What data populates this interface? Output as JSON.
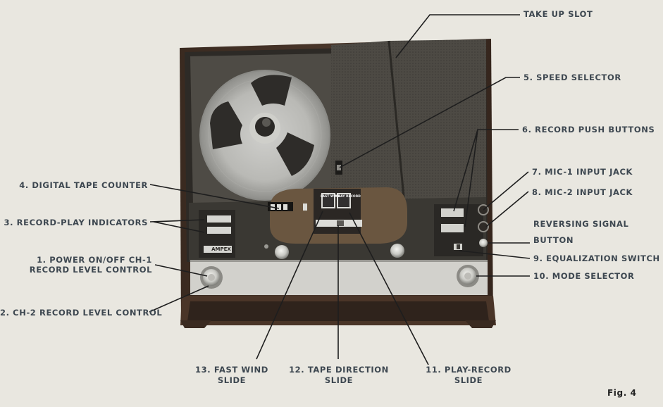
{
  "figure": {
    "label": "Fig. 4",
    "brand": "AMPEX",
    "button_fast_wind": "FAST WIND",
    "button_play_record": "PLAY RECORD"
  },
  "callouts": {
    "take_up_slot": "TAKE UP SLOT",
    "speed_selector": "5. SPEED SELECTOR",
    "record_push_buttons": "6. RECORD PUSH BUTTONS",
    "mic1_input_jack": "7. MIC-1 INPUT JACK",
    "mic2_input_jack": "8. MIC-2 INPUT JACK",
    "reversing_signal_line1": "REVERSING SIGNAL",
    "reversing_signal_line2": "BUTTON",
    "equalization_switch": "9. EQUALIZATION SWITCH",
    "mode_selector": "10. MODE SELECTOR",
    "digital_tape_counter": "4. DIGITAL TAPE COUNTER",
    "record_play_indicators": "3. RECORD-PLAY INDICATORS",
    "power_line1": "1. POWER ON/OFF CH-1",
    "power_line2": "RECORD LEVEL CONTROL",
    "ch2_record_level": "2. CH-2 RECORD LEVEL CONTROL",
    "fast_wind_line1": "13. FAST WIND",
    "fast_wind_line2": "SLIDE",
    "tape_direction_line1": "12. TAPE DIRECTION",
    "tape_direction_line2": "SLIDE",
    "play_record_line1": "11. PLAY-RECORD",
    "play_record_line2": "SLIDE"
  }
}
